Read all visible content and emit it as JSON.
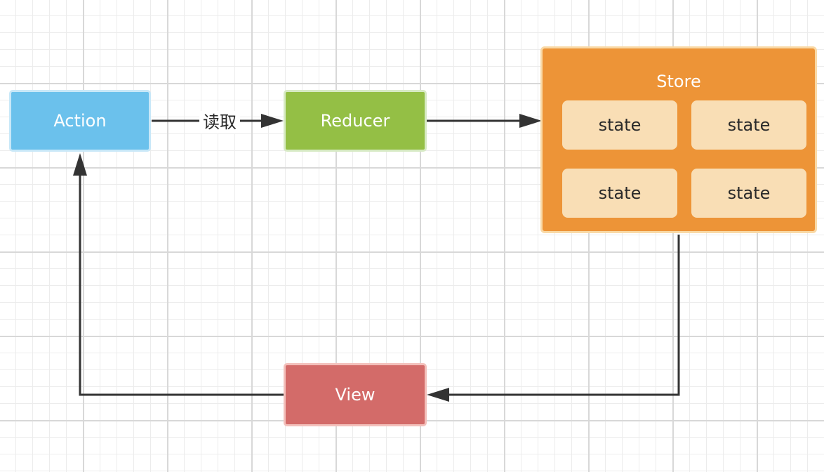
{
  "diagram": {
    "nodes": {
      "action": "Action",
      "reducer": "Reducer",
      "view": "View"
    },
    "store": {
      "title": "Store",
      "states": [
        "state",
        "state",
        "state",
        "state"
      ]
    },
    "edges": {
      "action_to_reducer_label": "读取"
    }
  },
  "colors": {
    "action_fill": "#6bc1ec",
    "reducer_fill": "#94bf45",
    "view_fill": "#d36b69",
    "store_fill": "#ed9437",
    "state_fill": "#f9deb5",
    "arrow": "#333333",
    "grid": "#d8d8d8"
  }
}
